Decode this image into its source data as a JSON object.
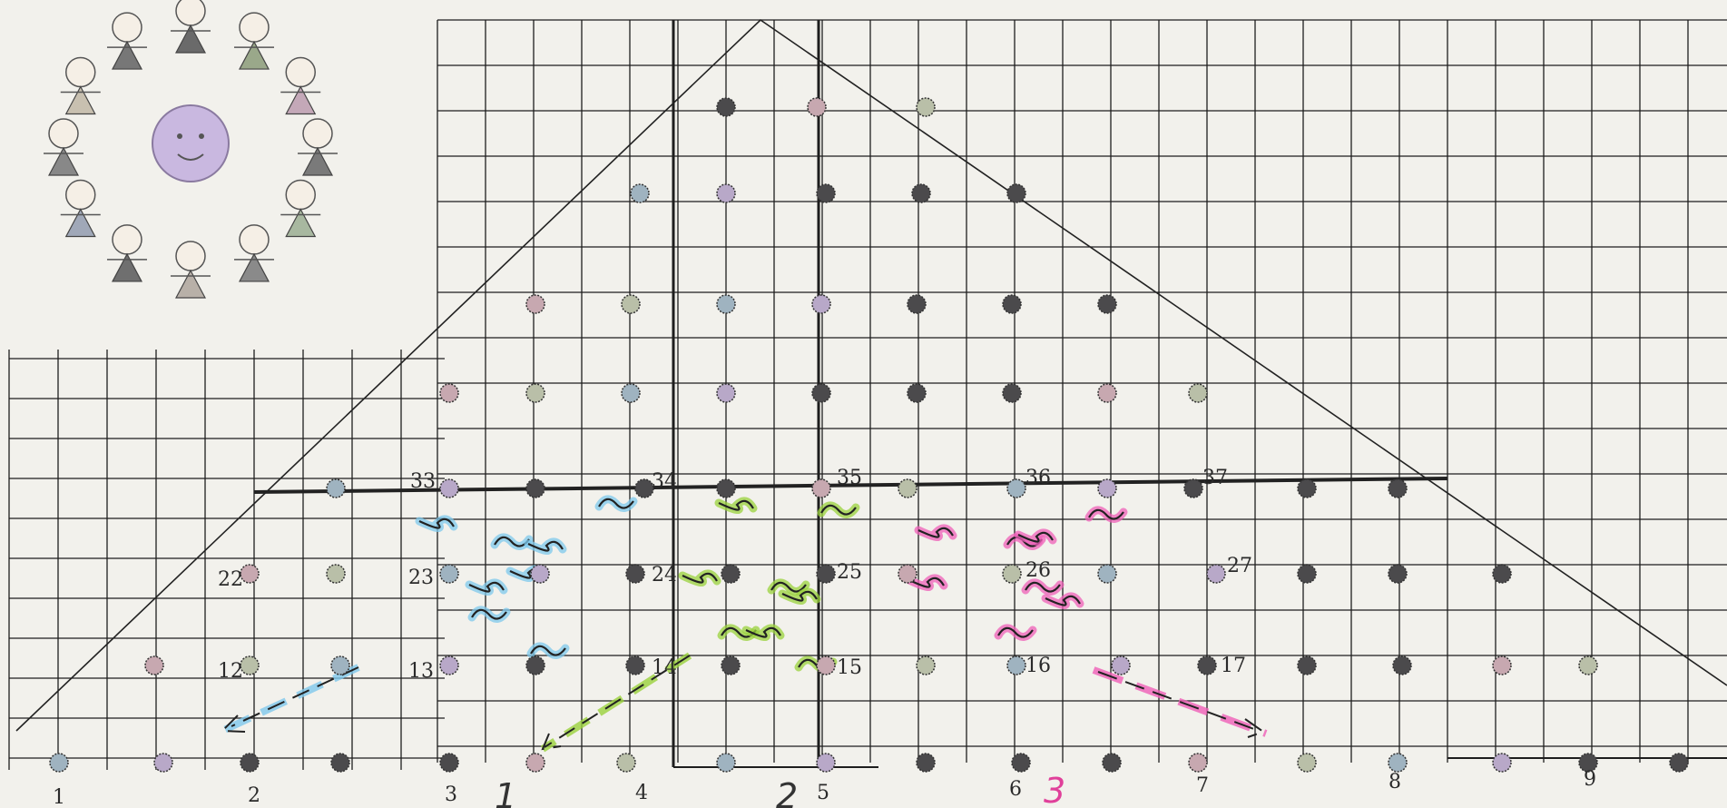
{
  "bottom_labels": [
    "1",
    "2",
    "3",
    "4",
    "5",
    "6",
    "7",
    "8",
    "9"
  ],
  "point_labels": [
    "33",
    "34",
    "35",
    "36",
    "37",
    "22",
    "23",
    "24",
    "25",
    "26",
    "27",
    "12",
    "13",
    "14",
    "15",
    "16",
    "17"
  ],
  "handwritten_labels": [
    {
      "text": "1",
      "color": "#333333"
    },
    {
      "text": "2",
      "color": "#333333"
    },
    {
      "text": "3",
      "color": "#e0409a"
    }
  ],
  "colors": {
    "paper": "#f2f1ec",
    "grid": "#1e1e1e",
    "dot_dark": "#4b4a4c",
    "blue_marker": "#7ec8ec",
    "green_marker": "#9ad23c",
    "pink_marker": "#ef5fb8"
  },
  "illustration": "children-holding-hands-around-sun"
}
